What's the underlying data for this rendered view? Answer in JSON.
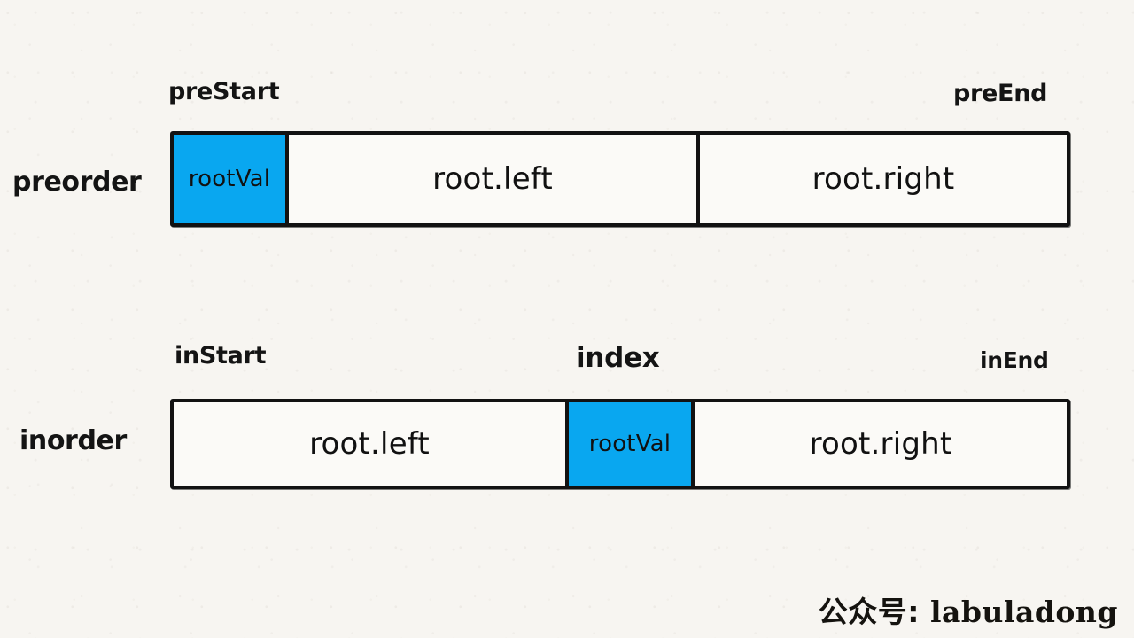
{
  "diagram": {
    "title": "preorder / inorder array partition",
    "background_color": "#f7f5f1",
    "stroke_color": "#121212",
    "highlight_color": "#09A7F0"
  },
  "rows": [
    {
      "id": "preorder",
      "label": "preorder",
      "captions": {
        "start": "preStart",
        "end": "preEnd"
      },
      "cells": [
        {
          "text": "rootVal",
          "highlight": true,
          "name": "preorder-cell-rootval"
        },
        {
          "text": "root.left",
          "highlight": false,
          "name": "preorder-cell-root-left"
        },
        {
          "text": "root.right",
          "highlight": false,
          "name": "preorder-cell-root-right"
        }
      ]
    },
    {
      "id": "inorder",
      "label": "inorder",
      "captions": {
        "start": "inStart",
        "middle": "index",
        "end": "inEnd"
      },
      "cells": [
        {
          "text": "root.left",
          "highlight": false,
          "name": "inorder-cell-root-left"
        },
        {
          "text": "rootVal",
          "highlight": true,
          "name": "inorder-cell-rootval"
        },
        {
          "text": "root.right",
          "highlight": false,
          "name": "inorder-cell-root-right"
        }
      ]
    }
  ],
  "watermark": {
    "prefix": "公众号:",
    "name": "labuladong"
  }
}
